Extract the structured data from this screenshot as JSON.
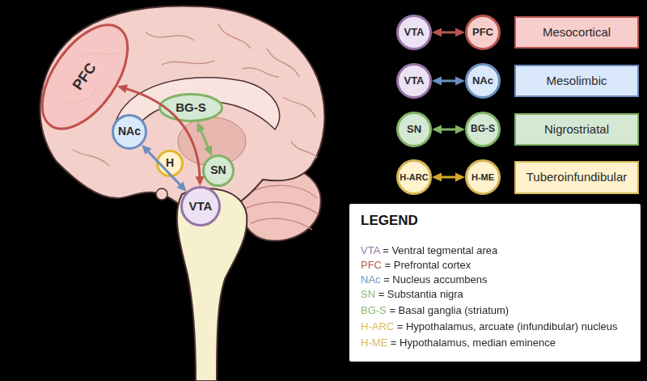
{
  "diagram": {
    "nodes": [
      {
        "text": [
          "PFC"
        ]
      },
      {
        "text": [
          "BG-S"
        ]
      },
      {
        "text": [
          "NAc"
        ]
      },
      {
        "text": [
          "H"
        ]
      },
      {
        "text": [
          "SN"
        ]
      },
      {
        "text": [
          "VTA"
        ]
      },
      {
        "text": [
          "VTA"
        ]
      },
      {
        "text": [
          "PFC"
        ]
      },
      {
        "text": [
          "Mesocortical"
        ]
      },
      {
        "text": [
          "VTA"
        ]
      },
      {
        "text": [
          "NAc"
        ]
      },
      {
        "text": [
          "Mesolimbic"
        ]
      },
      {
        "text": [
          "SN"
        ]
      },
      {
        "text": [
          "BG-S"
        ]
      },
      {
        "text": [
          "Nigrostriatal"
        ]
      },
      {
        "text": [
          "H-ARC"
        ]
      },
      {
        "text": [
          "H-ME"
        ]
      },
      {
        "text": [
          "Tuberoinfundibular"
        ]
      }
    ],
    "edges": [
      {
        "from": 5,
        "to": 0,
        "arrow": "both"
      },
      {
        "from": 2,
        "to": 5,
        "arrow": "both"
      },
      {
        "from": 1,
        "to": 4,
        "arrow": "both"
      },
      {
        "from": 6,
        "to": 7,
        "arrow": "both"
      },
      {
        "from": 9,
        "to": 10,
        "arrow": "both"
      },
      {
        "from": 12,
        "to": 13,
        "arrow": "both"
      },
      {
        "from": 15,
        "to": 16,
        "arrow": "both"
      }
    ],
    "labels": [
      "LEGEND"
    ],
    "legend": [
      {
        "text": "VTA = Ventral tegmental area",
        "color": "#9673a6"
      },
      {
        "text": "PFC = Prefrontal cortex",
        "color": "#b85450"
      },
      {
        "text": "NAc = Nucleus accumbens",
        "color": "#6c8ebf"
      },
      {
        "text": "SN = Substantia nigra",
        "color": "#82b366"
      },
      {
        "text": "BG-S = Basal ganglia (striatum)",
        "color": "#82b366"
      },
      {
        "text": "H-ARC = Hypothalamus, arcuate (infundibular) nucleus",
        "color": "#d6b656"
      },
      {
        "text": "H-ME = Hypothalamus, median eminence",
        "color": "#d6b656"
      }
    ]
  }
}
